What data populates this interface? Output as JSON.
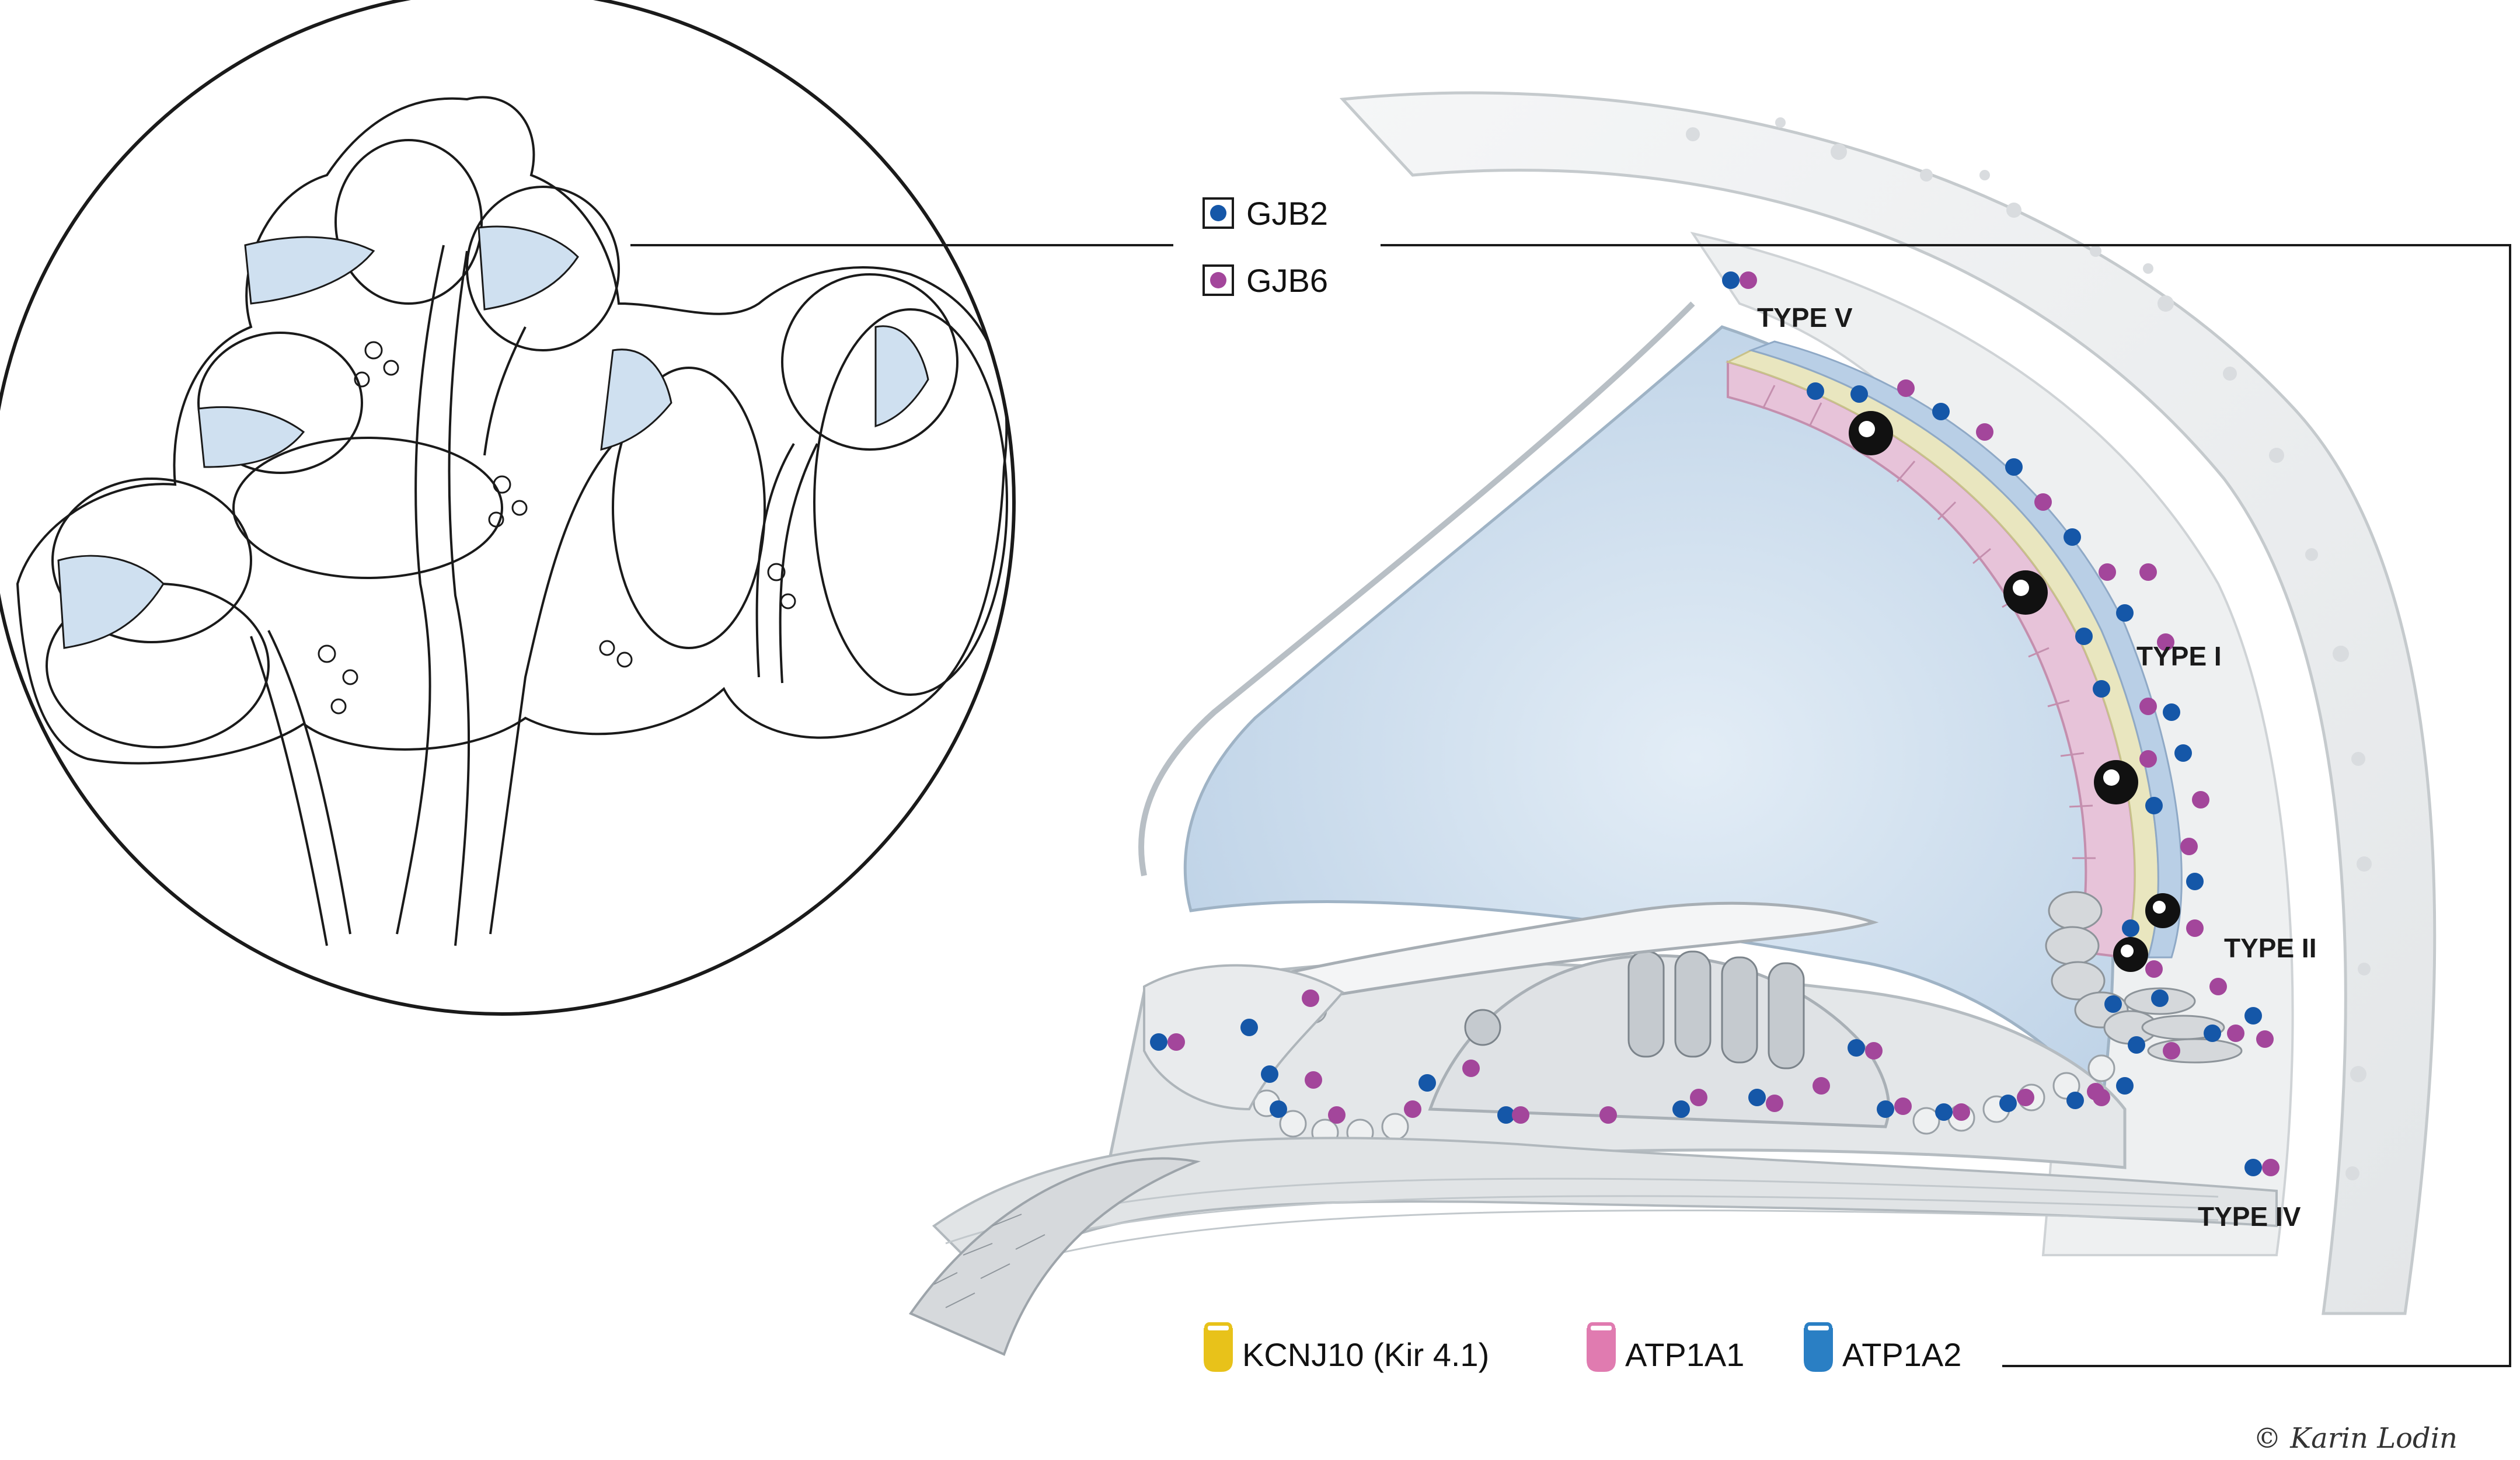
{
  "colors": {
    "gjb2": "#1557a8",
    "gjb6": "#a3469b",
    "kcnj10": "#e8c21a",
    "atp1a1": "#e07bb0",
    "atp1a2": "#2a7fc4",
    "endolymph": "#cfe0f0",
    "marginal": "#e7c3d9",
    "intermediate": "#e9e6bf",
    "basal": "#b9cfe6",
    "tissue": "#e7e9ea",
    "bone": "#f1f3f4",
    "line": "#1a1a1a"
  },
  "legend_top": [
    {
      "key": "gjb2",
      "label": "GJB2"
    },
    {
      "key": "gjb6",
      "label": "GJB6"
    }
  ],
  "legend_bottom": [
    {
      "key": "kcnj10",
      "label": "KCNJ10 (Kir 4.1)"
    },
    {
      "key": "atp1a1",
      "label": "ATP1A1"
    },
    {
      "key": "atp1a2",
      "label": "ATP1A2"
    }
  ],
  "region_labels": {
    "type_v": "TYPE V",
    "type_i": "TYPE I",
    "type_ii": "TYPE II",
    "type_iv": "TYPE IV"
  },
  "icons": {
    "inset": "cochlea-cross-section-icon",
    "channel": "ion-channel-icon"
  },
  "copyright": "© Karin Lodin"
}
